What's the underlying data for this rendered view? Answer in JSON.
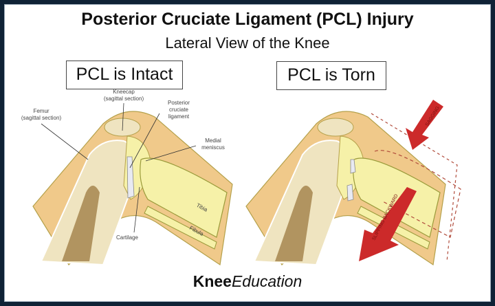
{
  "title": "Posterior Cruciate Ligament (PCL) Injury",
  "subtitle": "Lateral View of the Knee",
  "panels": {
    "intact": {
      "label": "PCL is Intact"
    },
    "torn": {
      "label": "PCL is Torn"
    }
  },
  "labels": {
    "kneecap": "Kneecap",
    "kneecap_sub": "(sagittal section)",
    "femur": "Femur",
    "femur_sub": "(sagittal section)",
    "pcl_1": "Posterior",
    "pcl_2": "cruciate",
    "pcl_3": "ligament",
    "meniscus_1": "Medial",
    "meniscus_2": "meniscus",
    "tibia": "Tibia",
    "fibula": "Fibula",
    "cartilage": "Cartilage"
  },
  "arrows": {
    "sagging": "SAGGING",
    "slipping": "SLIPPING BACKWARD"
  },
  "footer": {
    "bold": "Knee",
    "italic": "Education"
  },
  "colors": {
    "skin": "#f0c98a",
    "bone": "#f6f1a8",
    "marrow": "#efe4c0",
    "arrow": "#cc2a2a",
    "border": "#0f2236"
  }
}
